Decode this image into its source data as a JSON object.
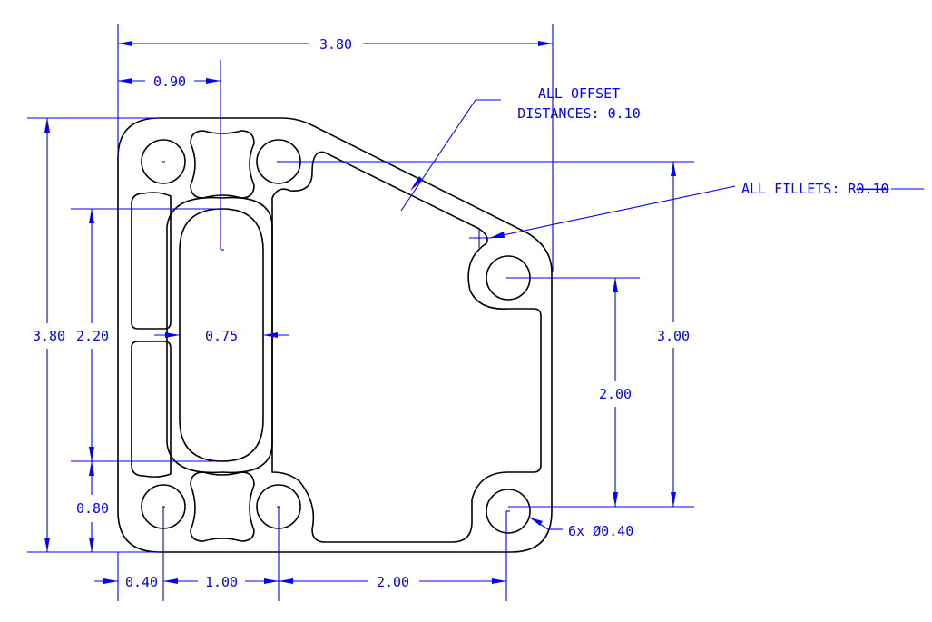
{
  "drawing": {
    "dimensions": {
      "overall_width": "3.80",
      "hole_offset_x": "0.90",
      "overall_height": "3.80",
      "slot_length": "2.20",
      "slot_width": "0.75",
      "hole_offset_y": "0.80",
      "right_hole_spacing": "2.00",
      "right_total_height": "3.00",
      "bottom_edge_offset": "0.40",
      "bottom_hole_spacing_1": "1.00",
      "bottom_hole_spacing_2": "2.00"
    },
    "notes": {
      "offset_line1": "ALL OFFSET",
      "offset_line2": "DISTANCES: 0.10",
      "fillets_prefix": "ALL FILLETS: R",
      "fillets_value": "0.10",
      "holes": "6x Ø0.40"
    },
    "colors": {
      "dimension": "#0000ff",
      "geometry": "#000000",
      "background": "#ffffff"
    }
  }
}
